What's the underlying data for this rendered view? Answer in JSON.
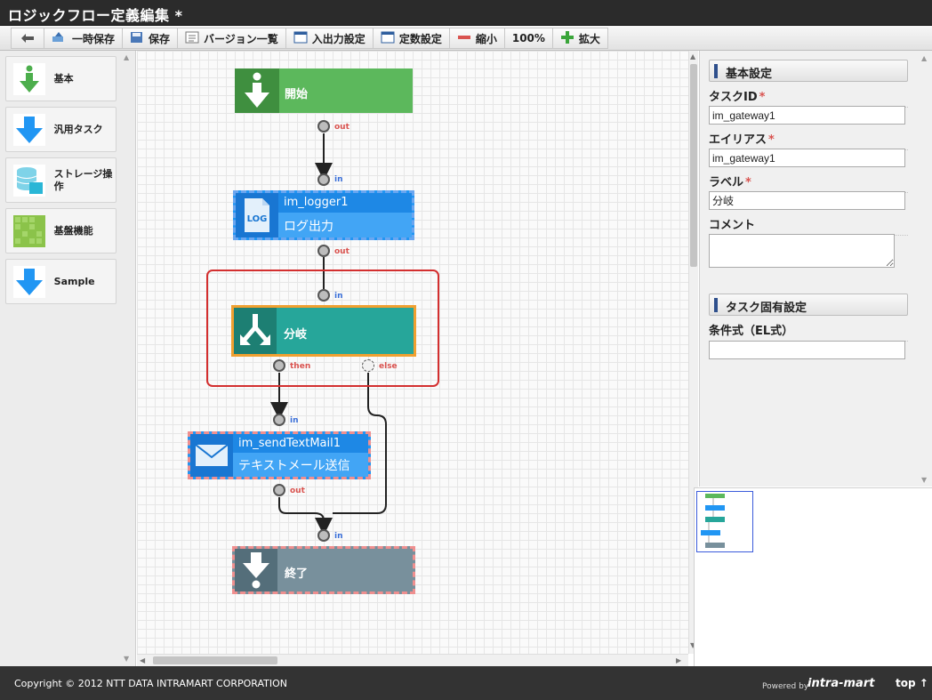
{
  "window": {
    "title": "ロジックフロー定義編集 *"
  },
  "toolbar": {
    "back_icon": "arrow-left-icon",
    "temp_save": "一時保存",
    "save": "保存",
    "version_list": "バージョン一覧",
    "io_settings": "入出力設定",
    "const_settings": "定数設定",
    "zoom_out": "縮小",
    "zoom_level": "100%",
    "zoom_in": "拡大"
  },
  "palette": {
    "items": [
      {
        "label": "基本",
        "icon": "basic-arrow-icon"
      },
      {
        "label": "汎用タスク",
        "icon": "task-arrow-icon"
      },
      {
        "label": "ストレージ操作",
        "icon": "storage-icon"
      },
      {
        "label": "基盤機能",
        "icon": "grid-icon"
      },
      {
        "label": "Sample",
        "icon": "sample-arrow-icon"
      }
    ]
  },
  "flow": {
    "start": {
      "label": "開始"
    },
    "logger": {
      "id": "im_logger1",
      "label": "ログ出力",
      "icon_text": "LOG"
    },
    "gateway": {
      "label": "分岐"
    },
    "mail": {
      "id": "im_sendTextMail1",
      "label": "テキストメール送信"
    },
    "end": {
      "label": "終了"
    },
    "port_labels": {
      "out": "out",
      "in": "in",
      "then": "then",
      "else": "else"
    }
  },
  "properties": {
    "basic_section": "基本設定",
    "task_id_label": "タスクID",
    "task_id_value": "im_gateway1",
    "alias_label": "エイリアス",
    "alias_value": "im_gateway1",
    "label_label": "ラベル",
    "label_value": "分岐",
    "comment_label": "コメント",
    "specific_section": "タスク固有設定",
    "condition_label": "条件式（EL式）",
    "condition_value": "",
    "required_mark": "*"
  },
  "footer": {
    "copyright": "Copyright © 2012 NTT DATA INTRAMART CORPORATION",
    "powered_by": "Powered by",
    "brand": "intra-mart",
    "top_link": "top ↑"
  },
  "colors": {
    "start_green": "#5cb85c",
    "task_blue": "#2196f3",
    "gateway_teal": "#26a69a",
    "end_gray": "#78909c",
    "selection_orange": "#f0a030",
    "error_red": "#d9534f"
  }
}
